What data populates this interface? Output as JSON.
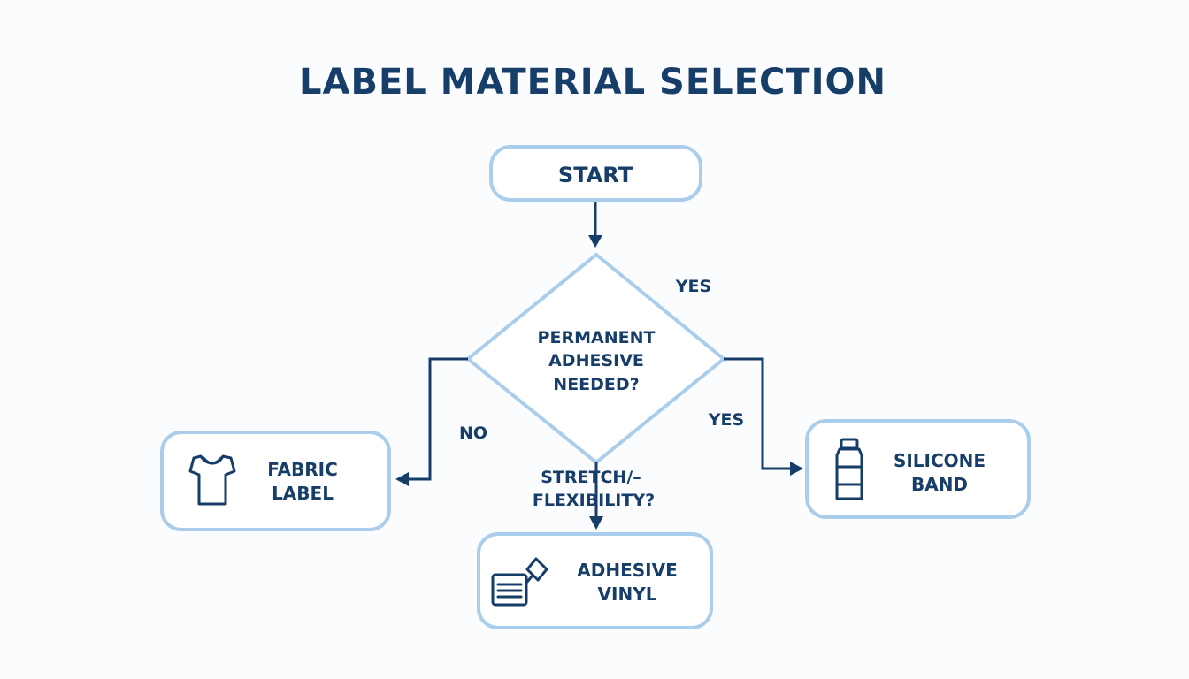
{
  "title": "LABEL MATERIAL SELECTION",
  "colors": {
    "text": "#173d69",
    "box_border": "#a9cdea",
    "connector": "#173d69",
    "background": "#fbfcfd"
  },
  "nodes": {
    "start": {
      "label": "START"
    },
    "decision": {
      "lines": [
        "PERMANENT",
        "ADHESIVE",
        "NEEDED?"
      ]
    },
    "question2": {
      "lines": [
        "STRETCH/–",
        "FLEXIBILITY?"
      ]
    },
    "fabric": {
      "lines": [
        "FABRIC",
        "LABEL"
      ],
      "icon": "t-shirt-icon"
    },
    "vinyl": {
      "lines": [
        "ADHESIVE",
        "VINYL"
      ],
      "icon": "label-roll-icon"
    },
    "silicone": {
      "lines": [
        "SILICONE",
        "BAND"
      ],
      "icon": "bottle-icon"
    }
  },
  "edge_labels": {
    "yes_top": "YES",
    "yes_right": "YES",
    "no_left": "NO"
  }
}
